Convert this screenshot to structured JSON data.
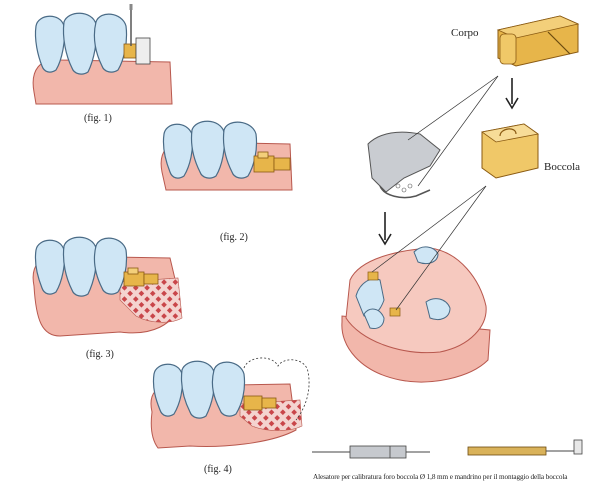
{
  "figures": {
    "fig1": "(fig. 1)",
    "fig2": "(fig. 2)",
    "fig3": "(fig. 3)",
    "fig4": "(fig. 4)"
  },
  "parts": {
    "corpo": "Corpo",
    "boccola": "Boccola"
  },
  "caption": "Alesatore per calibratura foro boccola Ø 1,8 mm e mandrino per il montaggio della boccola",
  "colors": {
    "tooth": "#cfe6f5",
    "tooth_stroke": "#4a6b86",
    "gum": "#f2b7ab",
    "gum_stroke": "#b8584e",
    "gold": "#e7b54a",
    "gold_stroke": "#8a5a12",
    "metal": "#b9bcc2"
  }
}
